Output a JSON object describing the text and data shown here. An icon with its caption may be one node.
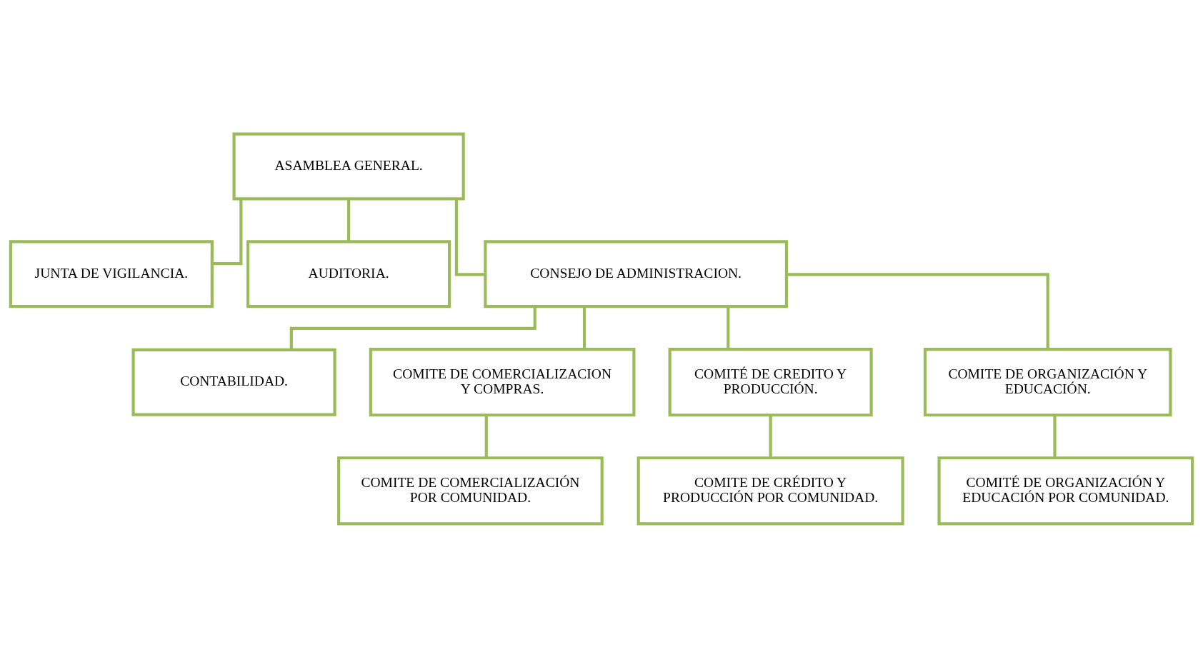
{
  "diagram": {
    "nodes": [
      {
        "text": [
          "ASAMBLEA GENERAL."
        ]
      },
      {
        "text": [
          "JUNTA DE VIGILANCIA."
        ]
      },
      {
        "text": [
          "AUDITORIA."
        ]
      },
      {
        "text": [
          "CONSEJO DE ADMINISTRACION."
        ]
      },
      {
        "text": [
          "CONTABILIDAD."
        ]
      },
      {
        "text": [
          "COMITE DE COMERCIALIZACION Y COMPRAS."
        ]
      },
      {
        "text": [
          "COMITÉ DE CREDITO Y PRODUCCIÓN."
        ]
      },
      {
        "text": [
          "COMITE DE ORGANIZACIÓN Y EDUCACIÓN."
        ]
      },
      {
        "text": [
          "COMITE DE COMERCIALIZACIÓN POR COMUNIDAD."
        ]
      },
      {
        "text": [
          "COMITE DE CRÉDITO Y PRODUCCIÓN POR COMUNIDAD."
        ]
      },
      {
        "text": [
          "COMITÉ DE ORGANIZACIÓN Y EDUCACIÓN POR COMUNIDAD."
        ]
      }
    ],
    "edges": [
      {
        "from": 0,
        "to": 1,
        "arrow": "none"
      },
      {
        "from": 0,
        "to": 2,
        "arrow": "none"
      },
      {
        "from": 0,
        "to": 3,
        "arrow": "none"
      },
      {
        "from": 3,
        "to": 4,
        "arrow": "none"
      },
      {
        "from": 3,
        "to": 5,
        "arrow": "none"
      },
      {
        "from": 3,
        "to": 6,
        "arrow": "none"
      },
      {
        "from": 3,
        "to": 7,
        "arrow": "none"
      },
      {
        "from": 5,
        "to": 8,
        "arrow": "none"
      },
      {
        "from": 6,
        "to": 9,
        "arrow": "none"
      },
      {
        "from": 7,
        "to": 10,
        "arrow": "none"
      }
    ]
  }
}
